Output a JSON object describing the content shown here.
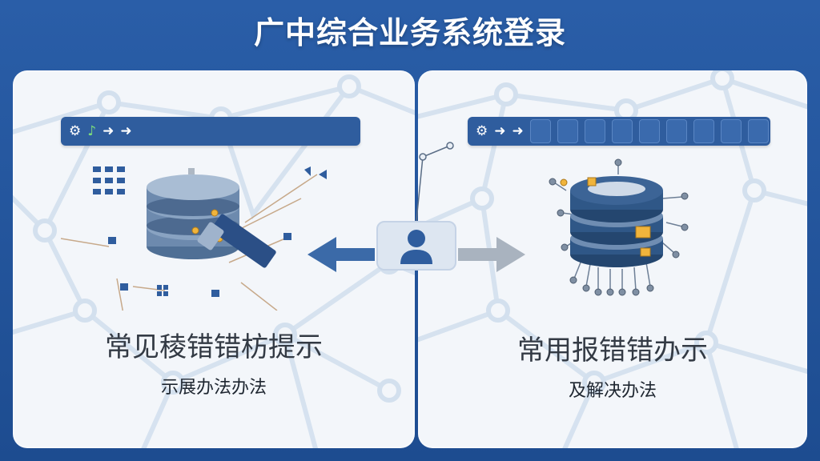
{
  "page": {
    "title": "广中综合业务系统登录"
  },
  "left_panel": {
    "toolbar_icons": [
      "gear-icon",
      "music-note-icon",
      "arrow-right-icon",
      "arrow-right-icon"
    ],
    "caption_main": "常见稜错错枋提示",
    "caption_sub": "示展办法办法"
  },
  "right_panel": {
    "toolbar_icons": [
      "gear-icon",
      "arrow-right-icon",
      "arrow-right-icon"
    ],
    "caption_main": "常用报错错办示",
    "caption_sub": "及解决办法"
  },
  "center": {
    "icon": "user-icon"
  },
  "colors": {
    "brand": "#2f5d9e",
    "frame": "#1f4f93",
    "panel": "#f3f6fa",
    "accent_gold": "#f0b43c",
    "arrow_left": "#3b6aa8",
    "arrow_right": "#a9b3bf"
  }
}
